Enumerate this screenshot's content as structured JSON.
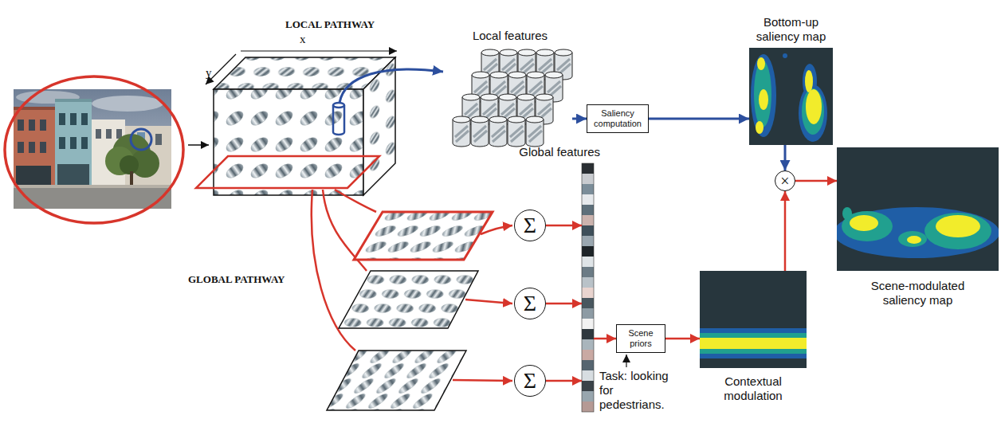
{
  "diagram": {
    "nodes": [
      {
        "text": [
          "Local features"
        ]
      },
      {
        "text": [
          "Saliency computation"
        ]
      },
      {
        "text": [
          "Bottom-up saliency map"
        ]
      },
      {
        "text": [
          "Σ"
        ]
      },
      {
        "text": [
          "Σ"
        ]
      },
      {
        "text": [
          "Σ"
        ]
      },
      {
        "text": [
          "Global features"
        ]
      },
      {
        "text": [
          "Scene priors"
        ]
      },
      {
        "text": [
          "×"
        ]
      },
      {
        "text": [
          "Contextual modulation"
        ]
      },
      {
        "text": [
          "Scene-modulated saliency map"
        ]
      }
    ],
    "edges": [
      {
        "from": 0,
        "to": 1,
        "arrow": "to"
      },
      {
        "from": 1,
        "to": 2,
        "arrow": "to"
      },
      {
        "from": 2,
        "to": 8,
        "arrow": "to"
      },
      {
        "from": 3,
        "to": 6,
        "arrow": "to"
      },
      {
        "from": 4,
        "to": 6,
        "arrow": "to"
      },
      {
        "from": 5,
        "to": 6,
        "arrow": "to"
      },
      {
        "from": 6,
        "to": 7,
        "arrow": "to"
      },
      {
        "from": 7,
        "to": 9,
        "arrow": "to"
      },
      {
        "from": 9,
        "to": 8,
        "arrow": "to"
      },
      {
        "from": 8,
        "to": 10,
        "arrow": "to"
      }
    ],
    "labels": [
      "LOCAL PATHWAY",
      "x",
      "y",
      "GLOBAL PATHWAY",
      "Task: looking for pedestrians."
    ]
  }
}
